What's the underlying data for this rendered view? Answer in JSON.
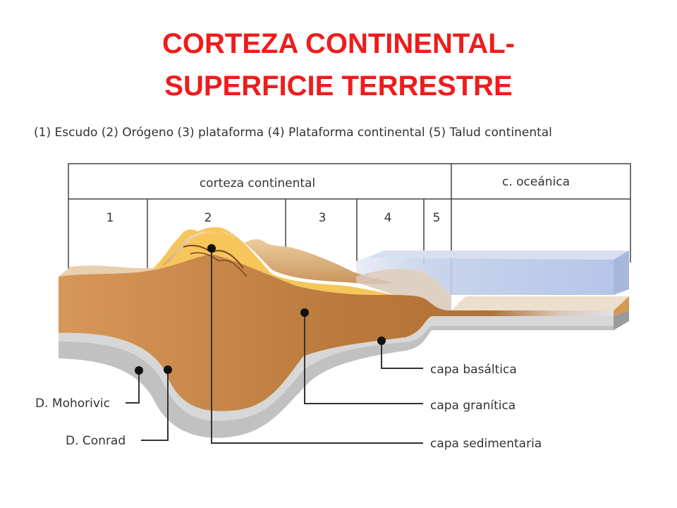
{
  "title": {
    "line1": "CORTEZA CONTINENTAL-",
    "line2": "SUPERFICIE TERRESTRE"
  },
  "legend": "(1) Escudo  (2) Orógeno (3) plataforma (4) Plataforma continental  (5) Talud continental",
  "table": {
    "header_continental": "corteza continental",
    "header_oceanic": "c. oceánica",
    "zones": [
      "1",
      "2",
      "3",
      "4",
      "5"
    ]
  },
  "labels": {
    "capa_basaltica": "capa basáltica",
    "capa_granitica": "capa granítica",
    "capa_sedimentaria": "capa sedimentaria",
    "mohorovicic": "D. Mohorivic",
    "conrad": "D. Conrad"
  },
  "colors": {
    "title": "#ee1c1c",
    "granite": "#c8894a",
    "basalt": "#c0c0c0",
    "sediment": "#f6c65a",
    "water": "#b8c8e8"
  }
}
